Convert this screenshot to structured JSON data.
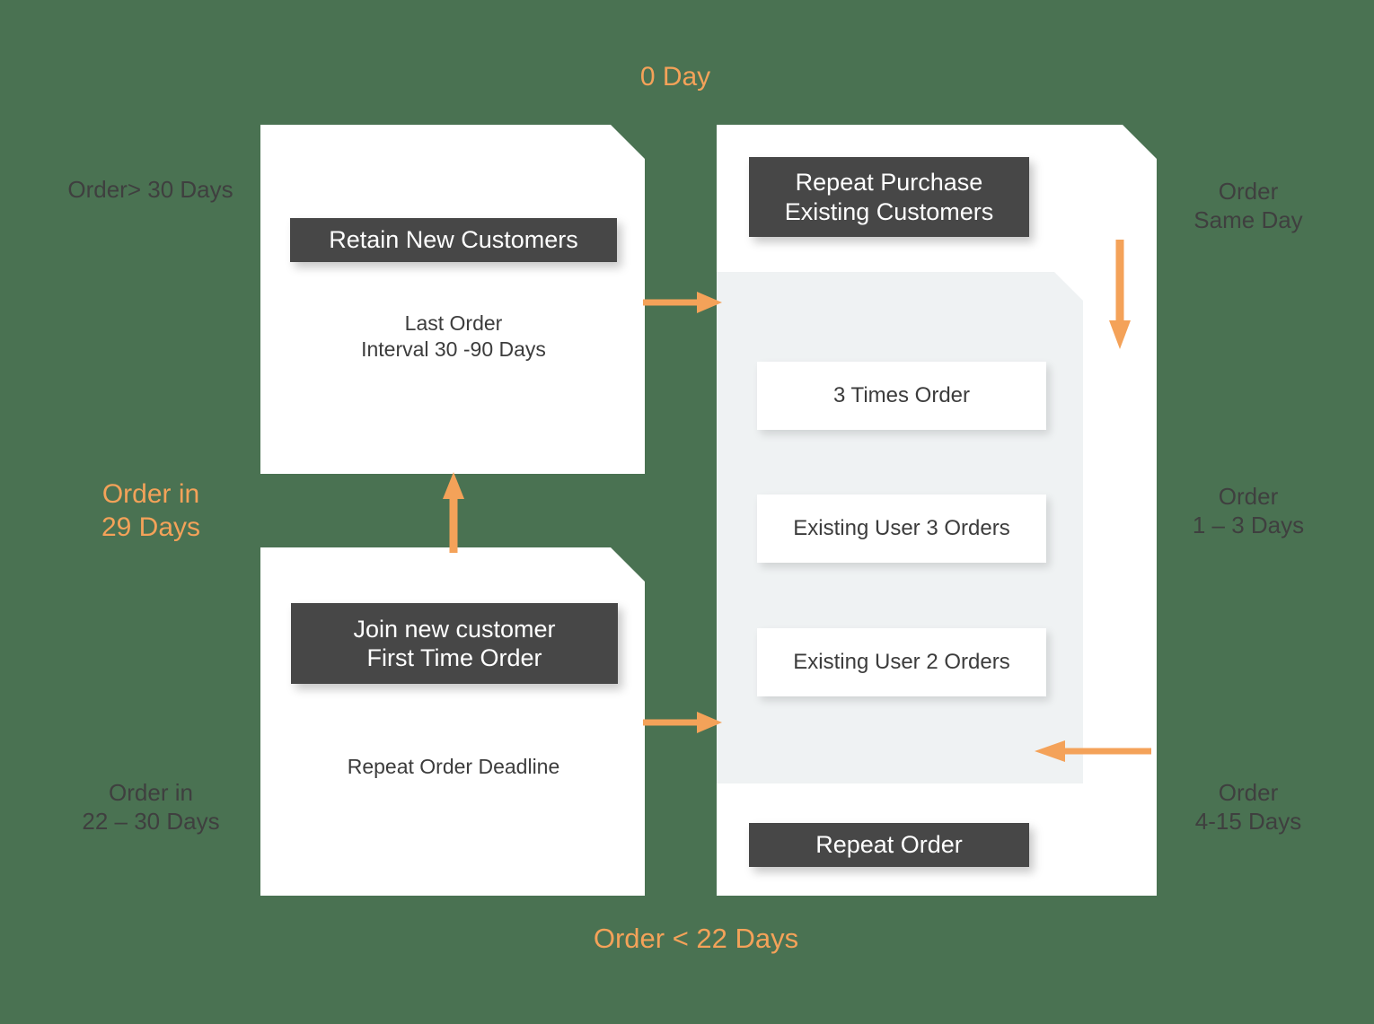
{
  "colors": {
    "background": "#4a7252",
    "accent_orange": "#f4a259",
    "chip_dark": "#474747",
    "text_dark": "#3f3f3f",
    "card_white": "#ffffff",
    "inner_panel": "#eff2f3"
  },
  "edge_labels": {
    "top": "0 Day",
    "bottom": "Order < 22 Days",
    "left_top": "Order> 30 Days",
    "left_middle": "Order in\n29 Days",
    "left_bottom": "Order in\n22 – 30 Days",
    "right_top": "Order\nSame Day",
    "right_middle": "Order\n1 – 3 Days",
    "right_bottom": "Order\n4-15 Days"
  },
  "cards": {
    "retain_new_customers": {
      "header": "Retain New Customers",
      "body": "Last Order\nInterval 30 -90 Days"
    },
    "join_new_customer": {
      "header": "Join new customer\nFirst Time Order",
      "body": "Repeat Order Deadline"
    },
    "repeat_purchase": {
      "header": "Repeat Purchase\nExisting Customers",
      "footer": "Repeat Order",
      "items": [
        "3 Times Order",
        "Existing User 3 Orders",
        "Existing User 2 Orders"
      ]
    }
  },
  "arrows": {
    "retain_to_repeat": "arrow-right-icon",
    "join_to_retain": "arrow-up-icon",
    "join_to_repeat": "arrow-right-icon",
    "same_day_down": "arrow-down-icon",
    "reenter_left": "arrow-left-icon"
  }
}
